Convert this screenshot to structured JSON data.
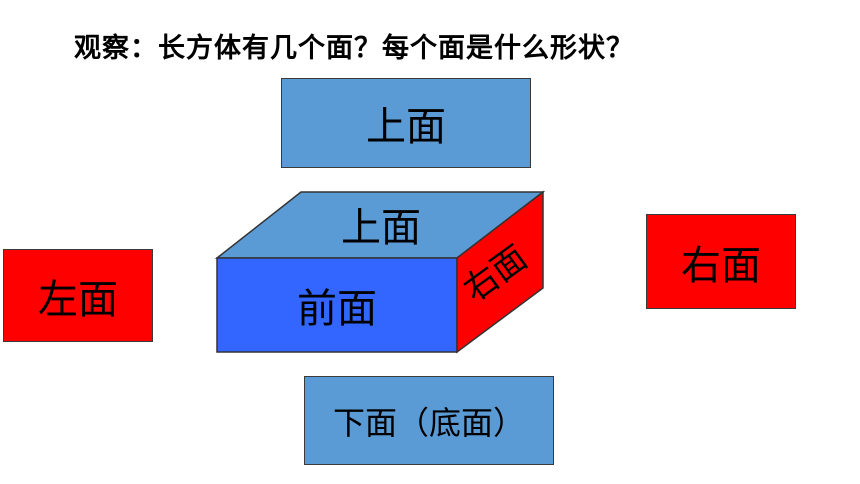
{
  "title": "观察：长方体有几个面？每个面是什么形状？",
  "faces": {
    "top": "上面",
    "left": "左面",
    "right": "右面",
    "bottom": "下面（底面）"
  },
  "cuboid": {
    "top_label": "上面",
    "front_label": "前面",
    "side_label": "右面"
  },
  "colors": {
    "top": "#5b9bd5",
    "front": "#3366ff",
    "side": "#ff0000",
    "bottom": "#5b9bd5"
  }
}
